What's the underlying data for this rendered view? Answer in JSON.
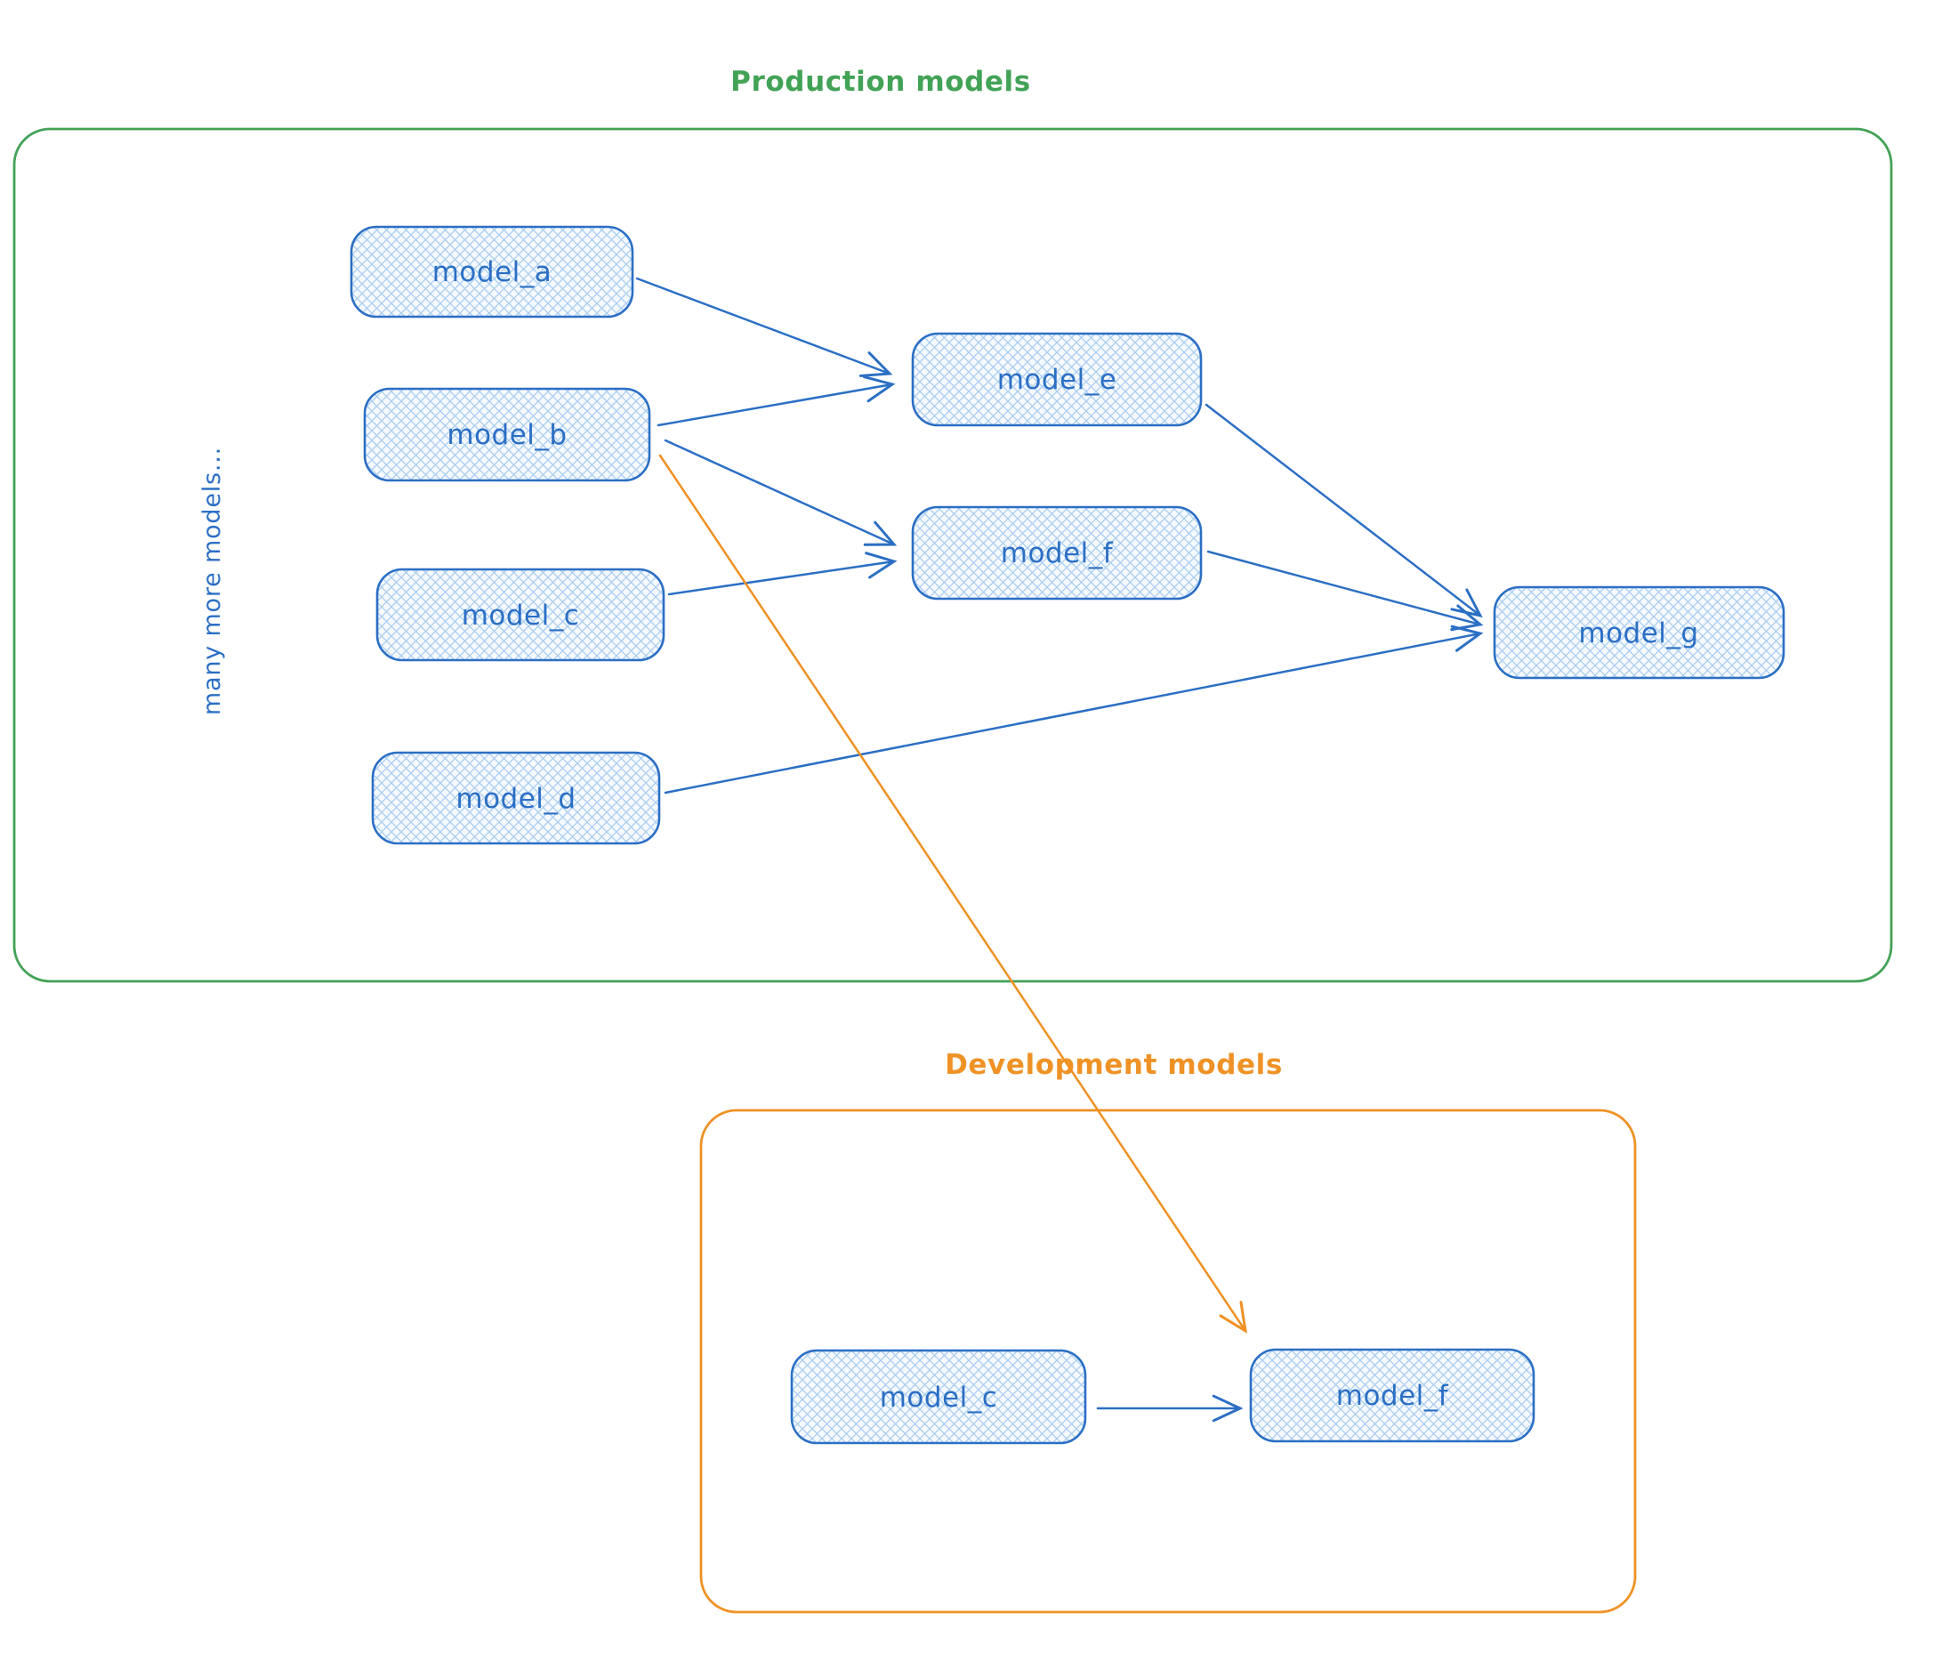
{
  "diagram": {
    "production": {
      "title": "Production models",
      "side_label": "many more models...",
      "nodes": {
        "a": {
          "label": "model_a"
        },
        "b": {
          "label": "model_b"
        },
        "c": {
          "label": "model_c"
        },
        "d": {
          "label": "model_d"
        },
        "e": {
          "label": "model_e"
        },
        "f": {
          "label": "model_f"
        },
        "g": {
          "label": "model_g"
        }
      }
    },
    "development": {
      "title": "Development models",
      "nodes": {
        "c": {
          "label": "model_c"
        },
        "f": {
          "label": "model_f"
        }
      }
    },
    "edges": [
      {
        "from": "production.model_a",
        "to": "production.model_e",
        "color": "blue"
      },
      {
        "from": "production.model_b",
        "to": "production.model_e",
        "color": "blue"
      },
      {
        "from": "production.model_b",
        "to": "production.model_f",
        "color": "blue"
      },
      {
        "from": "production.model_c",
        "to": "production.model_f",
        "color": "blue"
      },
      {
        "from": "production.model_e",
        "to": "production.model_g",
        "color": "blue"
      },
      {
        "from": "production.model_f",
        "to": "production.model_g",
        "color": "blue"
      },
      {
        "from": "production.model_d",
        "to": "production.model_g",
        "color": "blue"
      },
      {
        "from": "production.model_b",
        "to": "development.model_f",
        "color": "orange"
      },
      {
        "from": "development.model_c",
        "to": "development.model_f",
        "color": "blue"
      }
    ],
    "colors": {
      "node_stroke": "#2b6fc4",
      "node_hatch": "#a9cdf0",
      "production_accent": "#42a256",
      "development_accent": "#ef9226",
      "cross_edge": "#f09022"
    }
  }
}
